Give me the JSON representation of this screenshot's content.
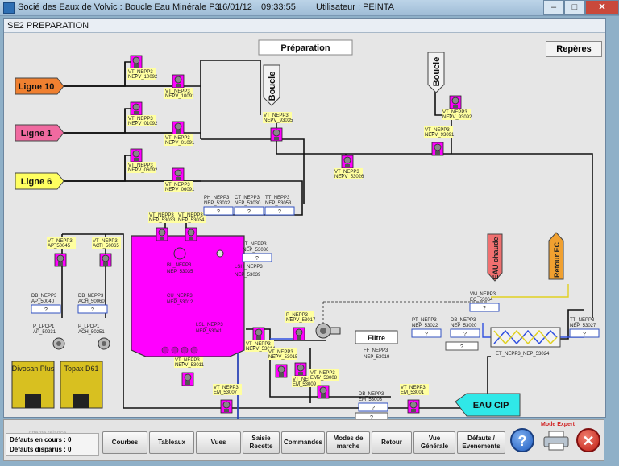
{
  "window": {
    "app_title": "Socié des Eaux de Volvic : Boucle Eau Minérale P3",
    "date": "16/01/12",
    "time": "09:33:55",
    "user": "Utilisateur : PEINTA",
    "min": "–",
    "max": "□",
    "close": "✕"
  },
  "panel": {
    "title": "SE2 PREPARATION",
    "heading": "Préparation",
    "reperes": "Repères"
  },
  "lines": {
    "ligne10": "Ligne 10",
    "ligne1": "Ligne 1",
    "ligne6": "Ligne 6",
    "boucle1": "Boucle",
    "boucle2": "Boucle",
    "eau_chaude": "EAU chaude",
    "retour_ec": "Retour EC",
    "eau_cip": "EAU CIP",
    "filtre": "Filtre"
  },
  "valves": {
    "v10092": [
      "VT_NEPP3",
      "NEPV_10092"
    ],
    "v10091": [
      "VT_NEPP3",
      "NEPV_10091"
    ],
    "v01092": [
      "VT_NEPP3",
      "NEPV_01092"
    ],
    "v01091": [
      "VT_NEPP3",
      "NEPV_01091"
    ],
    "v06092": [
      "VT_NEPP3",
      "NEPV_06092"
    ],
    "v06091": [
      "VT_NEPP3",
      "NEPV_06091"
    ],
    "v93035": [
      "VT_NEPP3",
      "NEPV_93035"
    ],
    "v93092": [
      "VT_NEPP3",
      "NEPV_93092"
    ],
    "v93091": [
      "VT_NEPP3",
      "NEPV_93091"
    ],
    "v53026": [
      "VT_NEPP3",
      "NEPV_53026"
    ],
    "v53033": [
      "VT_NEPP3",
      "NEP_53033"
    ],
    "v53034": [
      "VT_NEPP3",
      "NEP_53034"
    ],
    "v50045": [
      "VT_NEPP3",
      "AP_50045"
    ],
    "v50065": [
      "VT_NEPP3",
      "ACH_50065"
    ],
    "v53014": [
      "VT_NEPP3",
      "NEPV_53014"
    ],
    "v53015": [
      "VT_NEPP3",
      "NEPV_53015"
    ],
    "v53011": [
      "VT_NEPP3",
      "NEPV_53011"
    ],
    "v53007": [
      "VT_NEPP3",
      "EM_53007"
    ],
    "v53009": [
      "VT_NEPP3",
      "EM_53009"
    ],
    "v53008": [
      "VT_NEPP3",
      "EMV_53008"
    ],
    "v53001": [
      "VT_NEPP3",
      "EM_53001"
    ],
    "v53017": [
      "P_NEPP3",
      "NEPV_53017"
    ]
  },
  "sensors": {
    "ph": [
      "PH_NEPP3",
      "NEP_53032",
      "?"
    ],
    "ct": [
      "CT_NEPP3",
      "NEP_53030",
      "?"
    ],
    "tt": [
      "TT_NEPP3",
      "NEP_53053",
      "?"
    ],
    "lt": [
      "LT_NEPP3",
      "NEP_53036",
      "?"
    ],
    "db_ap": [
      "DB_NEPP3",
      "AP_50040",
      "?"
    ],
    "db_ach": [
      "DB_NEPP3",
      "ACH_50060",
      "?"
    ],
    "pt": [
      "PT_NEPP3",
      "NEP_53022",
      "?"
    ],
    "db_53020": [
      "DB_NEPP3",
      "NEP_53020",
      "?"
    ],
    "vm": [
      "VM_NEPP3",
      "EC_53064",
      "?"
    ],
    "tt_53027": [
      "TT_NEPP3",
      "NEP_53027",
      "?"
    ],
    "db_em": [
      "DB_NEPP3",
      "EM_53003",
      "?"
    ]
  },
  "tank": {
    "bl": [
      "BL_NEPP3",
      "NEP_53035"
    ],
    "cu": [
      "CU_NEPP3",
      "NEP_53012"
    ],
    "lsh": [
      "LSH_NEPP3",
      "NEP_53039"
    ],
    "lsl": [
      "LSL_NEPP3",
      "NEP_53041"
    ]
  },
  "pumps": {
    "p_ap": [
      "P_LPCP1",
      "AP_50231"
    ],
    "p_ach": [
      "P_LPCP1",
      "ACH_50251"
    ]
  },
  "containers": {
    "divosan": "Divosan Plus",
    "topax": "Topax D61"
  },
  "misc": {
    "ff": [
      "FF_NEPP3",
      "NEP_53019"
    ],
    "et": "ET_NEPP3_NEP_53024",
    "q_filter": "?",
    "q_em": "?"
  },
  "bottom": {
    "attente": "Attente relance",
    "defauts_en_cours": "Défauts en cours :",
    "defauts_en_cours_val": "0",
    "defauts_disparus": "Défauts disparus :",
    "defauts_disparus_val": "0",
    "courbes": "Courbes",
    "tableaux": "Tableaux",
    "vues": "Vues",
    "saisie": "Saisie\nRecette",
    "commandes": "Commandes",
    "modes": "Modes de\nmarche",
    "retour": "Retour",
    "vue_generale": "Vue\nGénérale",
    "defauts_evts": "Défauts /\nEvenements",
    "mode_expert": "Mode Expert",
    "help": "?",
    "close": "✕"
  },
  "colors": {
    "magenta": "#ff00ff",
    "ligne10": "#f08030",
    "ligne1": "#f06aa0",
    "ligne6": "#ffff60",
    "eau_chaude": "#f07070",
    "retour_ec": "#f0a030",
    "eau_cip": "#30e8e8",
    "container": "#d8c020"
  }
}
